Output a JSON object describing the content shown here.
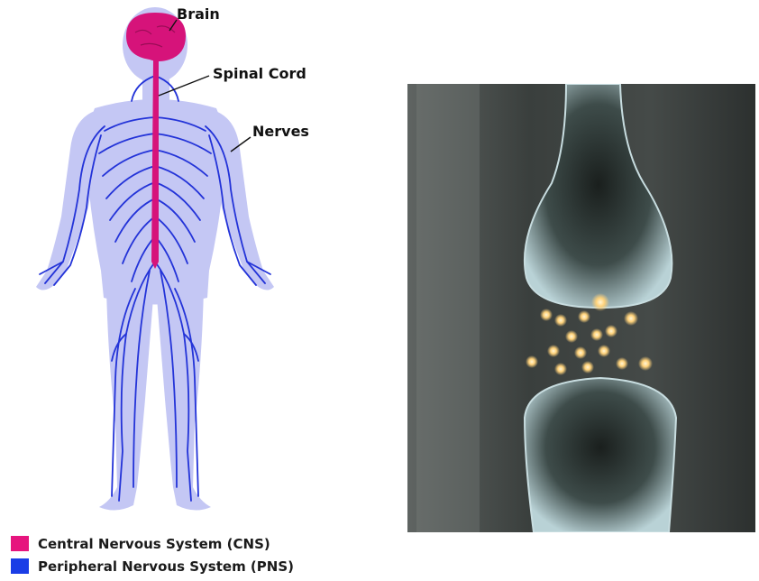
{
  "labels": {
    "brain": "Brain",
    "spinal_cord": "Spinal Cord",
    "nerves": "Nerves"
  },
  "legend": [
    {
      "label": "Central Nervous System (CNS)",
      "color": "#e6157e"
    },
    {
      "label": "Peripheral Nervous System (PNS)",
      "color": "#1a3de6"
    }
  ],
  "colors": {
    "body_fill": "#c4c7f4",
    "nerve": "#2333d8",
    "cns": "#d6137a",
    "synapse_dark": "#1e2422",
    "synapse_glow": "#ffd27a"
  }
}
